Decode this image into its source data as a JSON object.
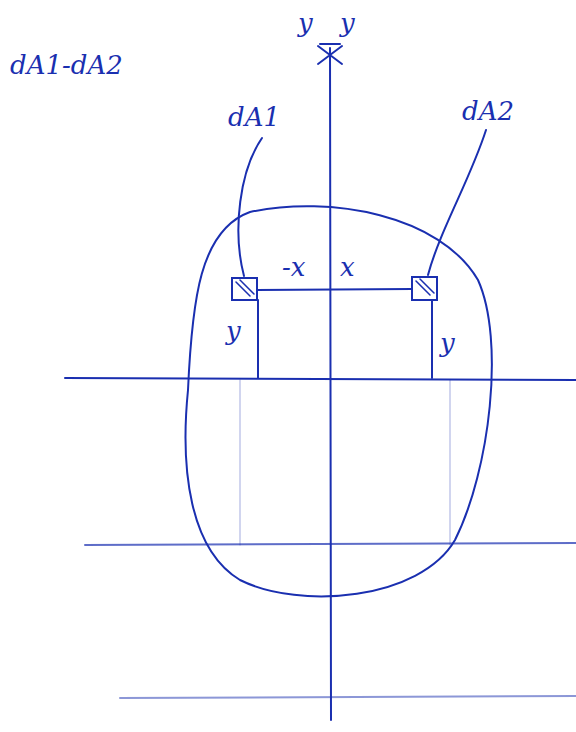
{
  "diagram": {
    "labels": [
      "dA1-dA2",
      "y",
      "y",
      "dA1",
      "dA2",
      "-x",
      "x",
      "y",
      "y"
    ]
  }
}
